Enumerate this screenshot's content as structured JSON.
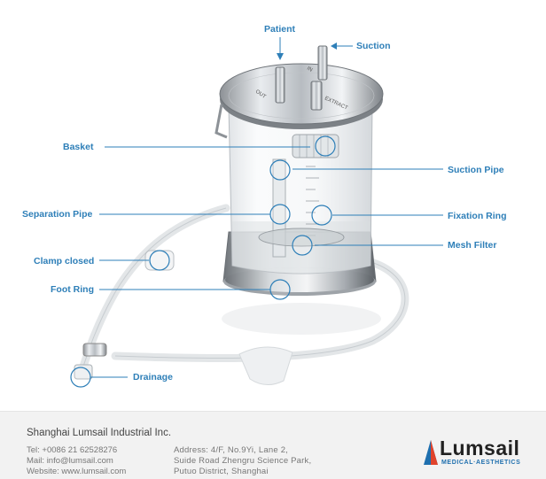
{
  "callouts": {
    "patient": "Patient",
    "suction": "Suction",
    "basket": "Basket",
    "suction_pipe": "Suction Pipe",
    "separation_pipe": "Separation Pipe",
    "fixation_ring": "Fixation Ring",
    "mesh_filter": "Mesh Filter",
    "clamp_closed": "Clamp closed",
    "foot_ring": "Foot Ring",
    "drainage": "Drainage"
  },
  "lid_markings": {
    "out": "OUT",
    "in": "IN",
    "extract": "EXTRACT"
  },
  "footer": {
    "company": "Shanghai Lumsail Industrial Inc.",
    "tel": "Tel: +0086 21 62528276",
    "mail": "Mail: info@lumsail.com",
    "website": "Website: www.lumsail.com",
    "address_line1": "Address: 4/F, No.9Yi, Lane 2,",
    "address_line2": "Suide Road Zhengru Science Park,",
    "address_line3": "Putuo District, Shanghai"
  },
  "logo": {
    "word": "Lumsail",
    "tagline": "MEDICAL·AESTHETICS"
  },
  "colors": {
    "callout_text": "#2e7fb8",
    "callout_line": "#2e7fb8",
    "footer_bg": "#f2f2f2",
    "logo_accent": "#1f6fae"
  }
}
